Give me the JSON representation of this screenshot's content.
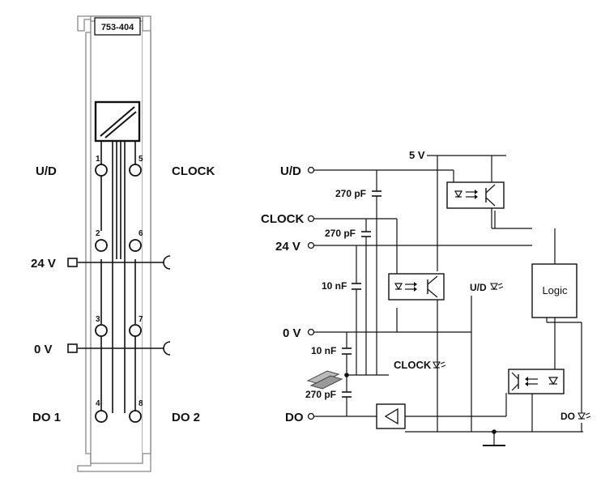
{
  "module": {
    "model": "753-404",
    "left_labels": [
      "U/D",
      "24 V",
      "0 V",
      "DO 1"
    ],
    "right_labels": [
      "CLOCK",
      "DO 2"
    ],
    "terminals": [
      "1",
      "2",
      "3",
      "4",
      "5",
      "6",
      "7",
      "8"
    ]
  },
  "schematic": {
    "supply_label": "5 V",
    "inputs": [
      "U/D",
      "CLOCK",
      "24 V",
      "0 V",
      "DO"
    ],
    "capacitors": [
      "270 pF",
      "270 pF",
      "10 nF",
      "10 nF",
      "270 pF"
    ],
    "logic_label": "Logic",
    "led_labels": [
      "U/D",
      "CLOCK",
      "DO"
    ]
  }
}
